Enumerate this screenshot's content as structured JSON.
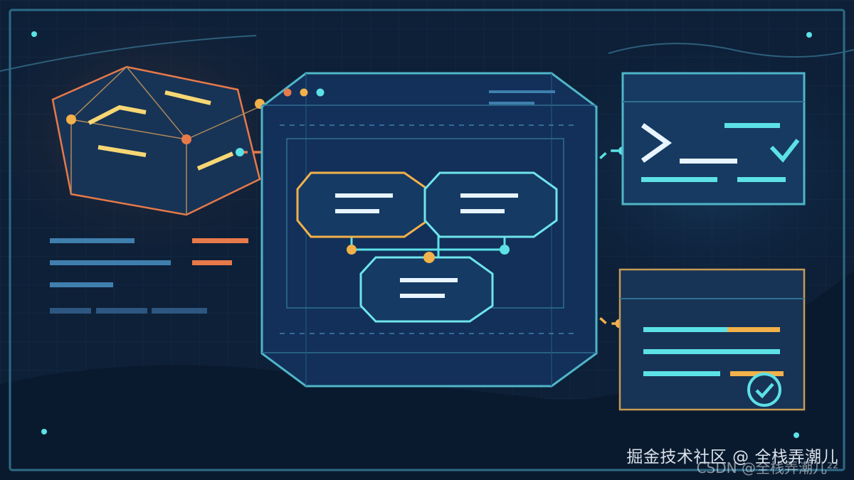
{
  "watermarks": {
    "primary": "掘金技术社区 @ 全栈弄潮儿",
    "secondary": "CSDN @全栈弄潮儿²²"
  },
  "colors": {
    "background": "#0d2038",
    "frame": "#2e6b86",
    "cyan": "#5ce1e6",
    "orange": "#e8794a",
    "amber": "#f2b14a",
    "yellow": "#f7d774",
    "steel": "#3f7fae"
  },
  "icons": {
    "cube": "cube-icon",
    "window_dots": "window-dots",
    "terminal": "terminal-prompt-icon",
    "check": "checkmark-icon",
    "check_circle": "check-circle-icon"
  }
}
